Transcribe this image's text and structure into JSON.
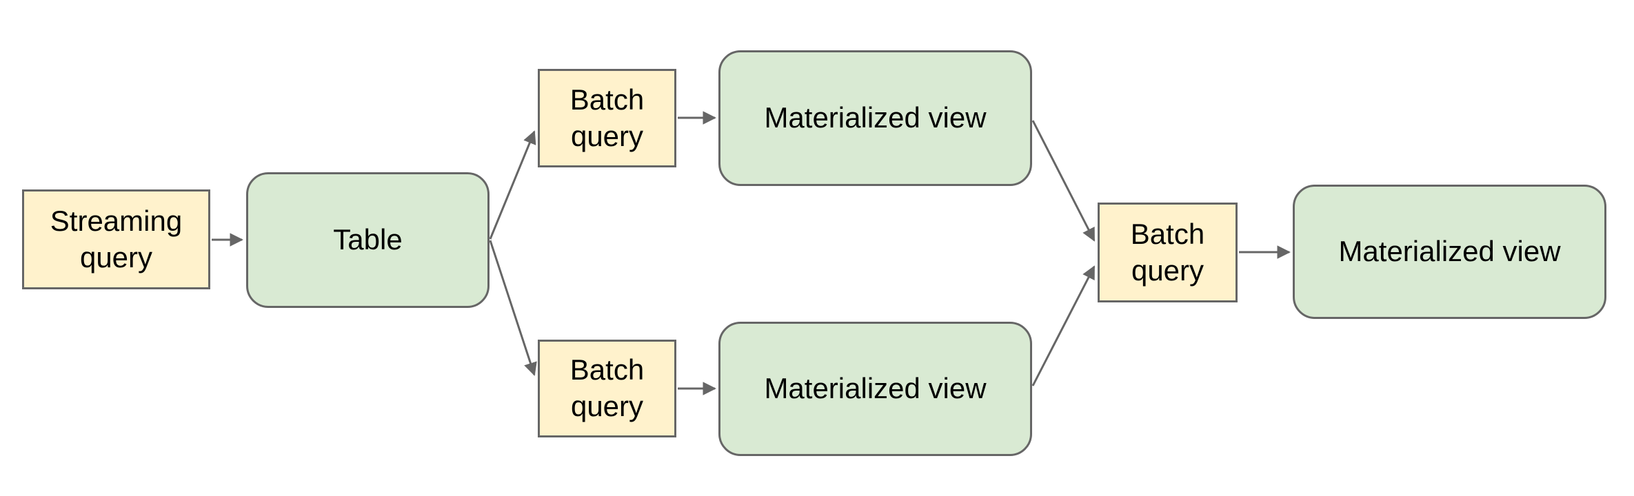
{
  "diagram": {
    "type": "flowchart",
    "background": "#ffffff",
    "colors": {
      "query_fill": "#fff2cc",
      "store_fill": "#d9ead3",
      "border": "#666666",
      "arrow": "#666666",
      "text": "#000000",
      "background": "#ffffff"
    },
    "nodes": [
      {
        "id": "streaming-query",
        "label": "Streaming query",
        "kind": "query",
        "shape": "rectangle"
      },
      {
        "id": "table",
        "label": "Table",
        "kind": "store",
        "shape": "rounded-rectangle"
      },
      {
        "id": "batch-query-top",
        "label": "Batch query",
        "kind": "query",
        "shape": "rectangle"
      },
      {
        "id": "materialized-view-top",
        "label": "Materialized view",
        "kind": "store",
        "shape": "rounded-rectangle"
      },
      {
        "id": "batch-query-bottom",
        "label": "Batch query",
        "kind": "query",
        "shape": "rectangle"
      },
      {
        "id": "materialized-view-bottom",
        "label": "Materialized view",
        "kind": "store",
        "shape": "rounded-rectangle"
      },
      {
        "id": "batch-query-right",
        "label": "Batch query",
        "kind": "query",
        "shape": "rectangle"
      },
      {
        "id": "materialized-view-right",
        "label": "Materialized view",
        "kind": "store",
        "shape": "rounded-rectangle"
      }
    ],
    "edges": [
      {
        "from": "streaming-query",
        "to": "table"
      },
      {
        "from": "table",
        "to": "batch-query-top"
      },
      {
        "from": "table",
        "to": "batch-query-bottom"
      },
      {
        "from": "batch-query-top",
        "to": "materialized-view-top"
      },
      {
        "from": "batch-query-bottom",
        "to": "materialized-view-bottom"
      },
      {
        "from": "materialized-view-top",
        "to": "batch-query-right"
      },
      {
        "from": "materialized-view-bottom",
        "to": "batch-query-right"
      },
      {
        "from": "batch-query-right",
        "to": "materialized-view-right"
      }
    ]
  }
}
